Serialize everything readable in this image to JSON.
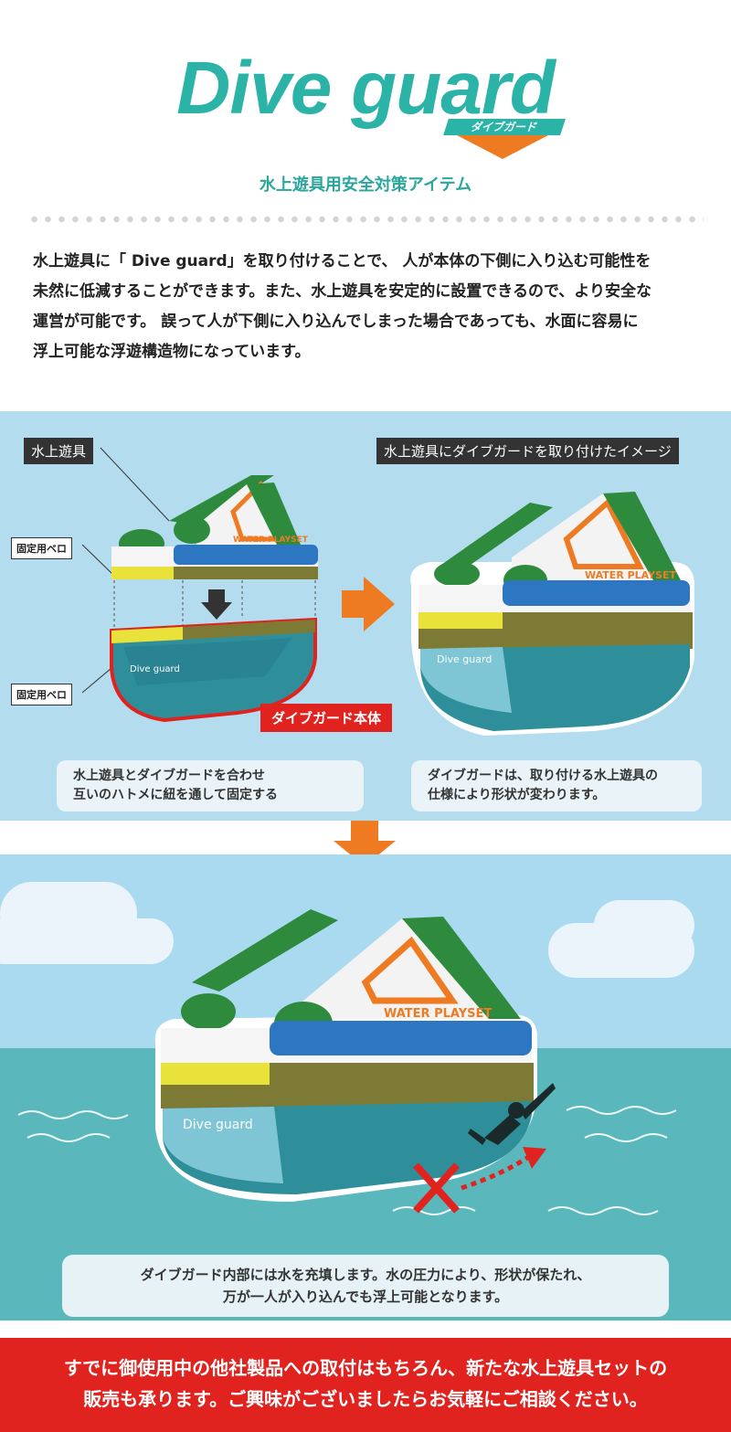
{
  "logo": {
    "title": "Dive guard",
    "subtitle": "ダイブガード"
  },
  "tagline": "水上遊具用安全対策アイテム",
  "intro": [
    "水上遊具に「 Dive guard」を取り付けることで、 人が本体の下側に入り込む可能性を",
    "未然に低減することができます。また、水上遊具を安定的に設置できるので、より安全な",
    "運営が可能です。 誤って人が下側に入り込んでしまった場合であっても、水面に容易に",
    "浮上可能な浮遊構造物になっています。"
  ],
  "section1": {
    "label_left": "水上遊具",
    "label_right": "水上遊具にダイブガードを取り付けたイメージ",
    "fixing_label_top": "固定用ベロ",
    "fixing_label_bottom": "固定用ベロ",
    "body_label": "ダイブガード本体",
    "note_left": [
      "水上遊具とダイブガードを合わせ",
      "互いのハトメに紐を通して固定する"
    ],
    "note_right": [
      "ダイブガードは、取り付ける水上遊具の",
      "仕様により形状が変わります。"
    ],
    "product_print": "WATER PLAYSET",
    "guard_print": "Dive guard"
  },
  "section2": {
    "product_print": "WATER PLAYSET",
    "guard_print": "Dive guard",
    "note": [
      "ダイブガード内部には水を充填します。水の圧力により、形状が保たれ、",
      "万が一人が入り込んでも浮上可能となります。"
    ]
  },
  "footer": [
    "すでに御使用中の他社製品への取付はもちろん、新たな水上遊具セットの",
    "販売も承ります。ご興味がございましたらお気軽にご相談ください。"
  ],
  "colors": {
    "teal": "#2bb3a8",
    "orange": "#ee7a22",
    "red": "#e0231f",
    "sky": "#b3dcee",
    "sea": "#5ab8bd",
    "green": "#2e8b3e"
  }
}
